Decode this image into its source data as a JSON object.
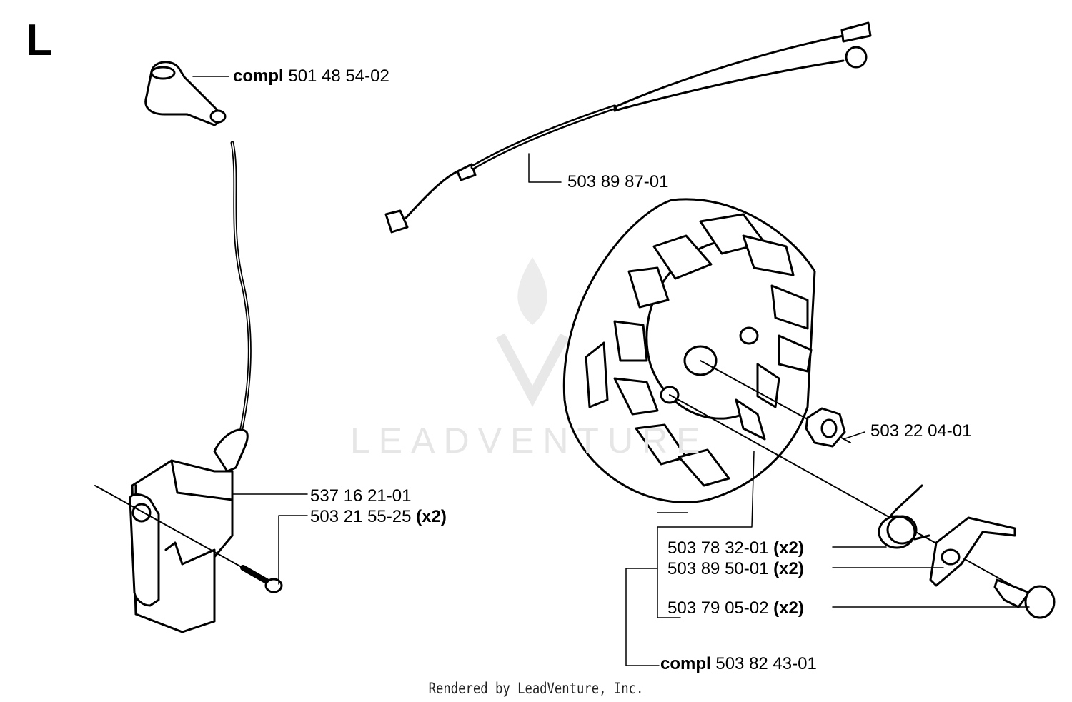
{
  "section_letter": "L",
  "watermark_text": "LEADVENTURE",
  "footer": "Rendered by LeadVenture, Inc.",
  "parts": [
    {
      "id": "boot",
      "prefix": "compl",
      "number": "501 48 54-02",
      "qty": ""
    },
    {
      "id": "cable",
      "prefix": "",
      "number": "503 89 87-01",
      "qty": ""
    },
    {
      "id": "nut",
      "prefix": "",
      "number": "503 22 04-01",
      "qty": ""
    },
    {
      "id": "module",
      "prefix": "",
      "number": "537 16 21-01",
      "qty": ""
    },
    {
      "id": "screw",
      "prefix": "",
      "number": "503 21 55-25",
      "qty": "(x2)"
    },
    {
      "id": "spring",
      "prefix": "",
      "number": "503 78 32-01",
      "qty": "(x2)"
    },
    {
      "id": "pawl",
      "prefix": "",
      "number": "503 89 50-01",
      "qty": "(x2)"
    },
    {
      "id": "pin",
      "prefix": "",
      "number": "503 79 05-02",
      "qty": "(x2)"
    },
    {
      "id": "flywheel",
      "prefix": "compl",
      "number": "503 82 43-01",
      "qty": ""
    }
  ]
}
